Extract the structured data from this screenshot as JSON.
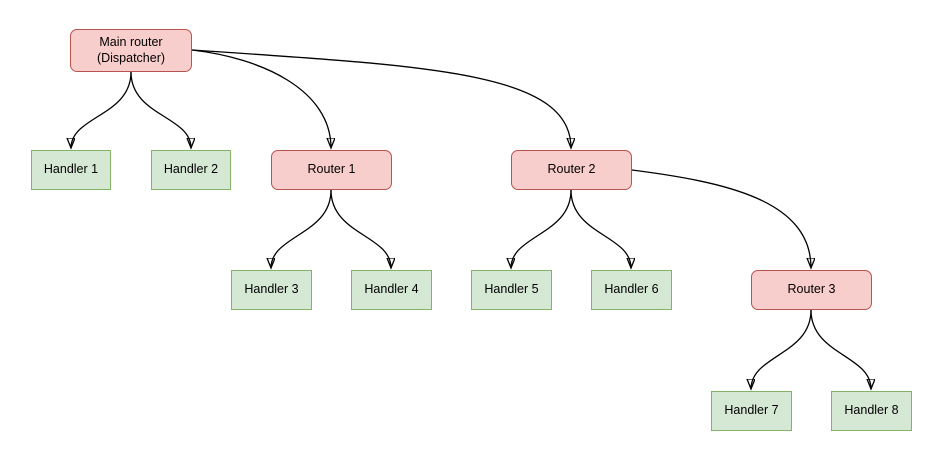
{
  "diagram": {
    "background_color": "#ffffff",
    "colors": {
      "router_fill": "#f8cecc",
      "router_border": "#b85450",
      "handler_fill": "#d5e8d4",
      "handler_border": "#82b366",
      "edge_color": "#000000",
      "text_color": "#000000"
    },
    "nodes": {
      "main": {
        "type": "router",
        "line1": "Main router",
        "line2": "(Dispatcher)"
      },
      "handler1": {
        "type": "handler",
        "label": "Handler 1"
      },
      "handler2": {
        "type": "handler",
        "label": "Handler 2"
      },
      "router1": {
        "type": "router",
        "label": "Router 1"
      },
      "router2": {
        "type": "router",
        "label": "Router 2"
      },
      "handler3": {
        "type": "handler",
        "label": "Handler 3"
      },
      "handler4": {
        "type": "handler",
        "label": "Handler 4"
      },
      "handler5": {
        "type": "handler",
        "label": "Handler 5"
      },
      "handler6": {
        "type": "handler",
        "label": "Handler 6"
      },
      "router3": {
        "type": "router",
        "label": "Router 3"
      },
      "handler7": {
        "type": "handler",
        "label": "Handler 7"
      },
      "handler8": {
        "type": "handler",
        "label": "Handler 8"
      }
    },
    "edges": [
      {
        "from": "main",
        "to": "handler1"
      },
      {
        "from": "main",
        "to": "handler2"
      },
      {
        "from": "main",
        "to": "router1"
      },
      {
        "from": "main",
        "to": "router2"
      },
      {
        "from": "router1",
        "to": "handler3"
      },
      {
        "from": "router1",
        "to": "handler4"
      },
      {
        "from": "router2",
        "to": "handler5"
      },
      {
        "from": "router2",
        "to": "handler6"
      },
      {
        "from": "router2",
        "to": "router3"
      },
      {
        "from": "router3",
        "to": "handler7"
      },
      {
        "from": "router3",
        "to": "handler8"
      }
    ]
  }
}
